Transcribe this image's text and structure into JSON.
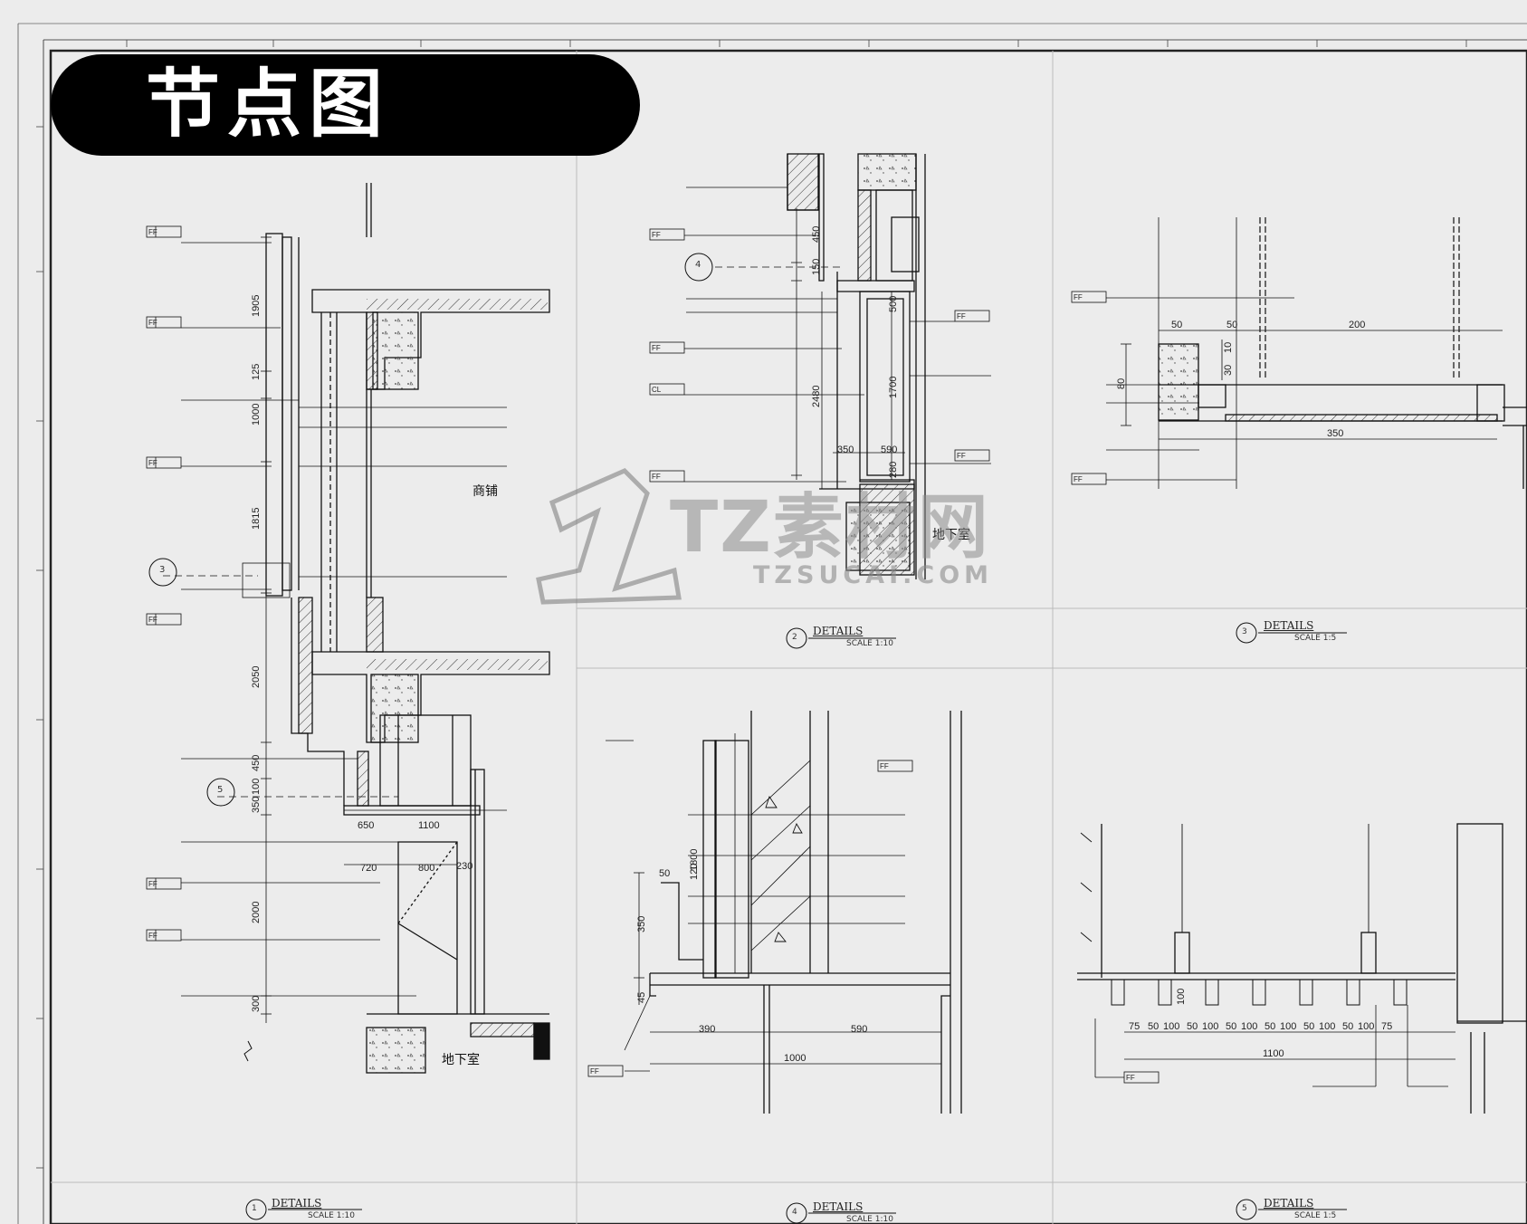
{
  "title": "节点图",
  "watermark": {
    "brand": "TZ素材网",
    "url": "TZSUCAI.COM"
  },
  "room_labels": {
    "shop": "商铺",
    "basement_1": "地下室",
    "basement_2": "地下室"
  },
  "tags": {
    "ff": "FF",
    "cl": "CL"
  },
  "details": [
    {
      "number": "1",
      "title": "DETAILS",
      "scale": "SCALE 1:10"
    },
    {
      "number": "2",
      "title": "DETAILS",
      "scale": "SCALE 1:10"
    },
    {
      "number": "3",
      "title": "DETAILS",
      "scale": "SCALE 1:5"
    },
    {
      "number": "4",
      "title": "DETAILS",
      "scale": "SCALE 1:10"
    },
    {
      "number": "5",
      "title": "DETAILS",
      "scale": "SCALE 1:5"
    }
  ],
  "section_markers": {
    "d1_a": "3",
    "d1_b": "5",
    "d2_a": "4"
  },
  "dimensions": {
    "d1_vertical": [
      "1905",
      "125",
      "1000",
      "1815",
      "2050",
      "450",
      "100",
      "350",
      "2000",
      "300"
    ],
    "d1_horizontal": [
      "650",
      "1100",
      "720",
      "800",
      "230"
    ],
    "d2_vertical": [
      "450",
      "150",
      "2480",
      "500",
      "1700",
      "280"
    ],
    "d2_horizontal": [
      "350",
      "590"
    ],
    "d3_top": [
      "50",
      "50",
      "200"
    ],
    "d3_side": [
      "10",
      "30",
      "80"
    ],
    "d3_bottom": "350",
    "d4_vertical": [
      "1800",
      "120",
      "350",
      "45"
    ],
    "d4_horizontal": [
      "50",
      "390",
      "590",
      "1000"
    ],
    "d5_row": [
      "75",
      "50",
      "100",
      "50",
      "100",
      "50",
      "100",
      "50",
      "100",
      "50",
      "100",
      "50",
      "100",
      "75"
    ],
    "d5_total": "1100",
    "d5_side": "100"
  }
}
